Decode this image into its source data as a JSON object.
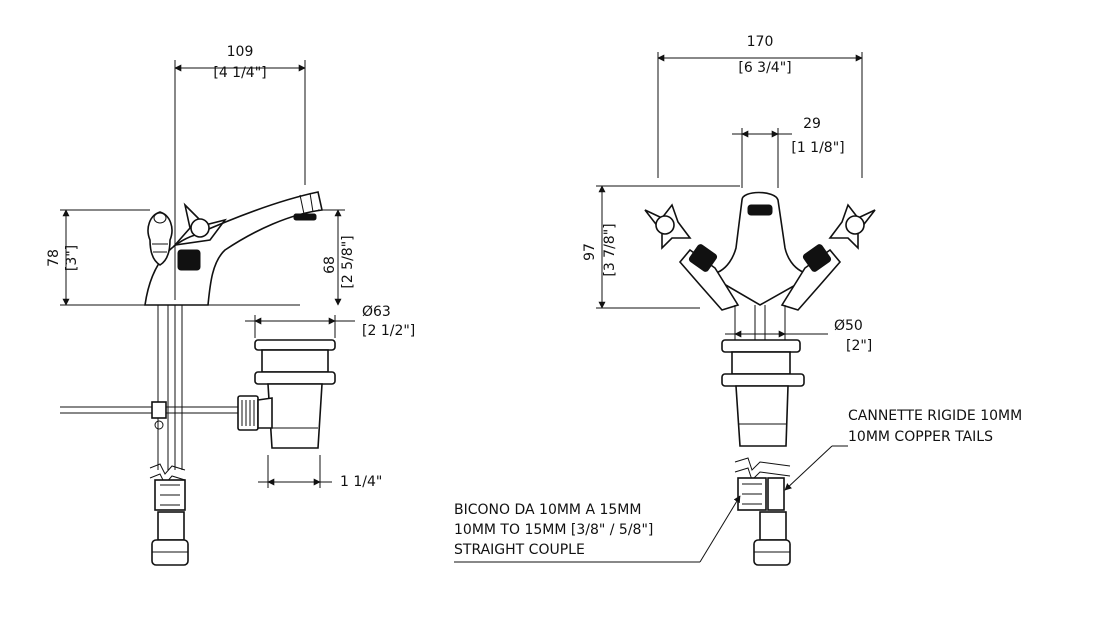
{
  "side_view": {
    "width": {
      "mm": "109",
      "in": "[4 1/4\"]"
    },
    "height": {
      "mm": "78",
      "in": "[3\"]"
    },
    "spout_height": {
      "mm": "68",
      "in": "[2 5/8\"]"
    },
    "waste_diameter": {
      "mm": "Ø63",
      "in": "[2 1/2\"]"
    },
    "waste_thread": "1 1/4\""
  },
  "front_view": {
    "width": {
      "mm": "170",
      "in": "[6 3/4\"]"
    },
    "spout_width": {
      "mm": "29",
      "in": "[1 1/8\"]"
    },
    "height": {
      "mm": "97",
      "in": "[3 7/8\"]"
    },
    "waste_diameter": {
      "mm": "Ø50",
      "in": "[2\"]"
    }
  },
  "notes": {
    "tails": [
      "CANNETTE RIGIDE 10MM",
      "10MM COPPER TAILS"
    ],
    "couple": [
      "BICONO DA 10MM A 15MM",
      "10MM TO 15MM [3/8\" / 5/8\"]",
      "STRAIGHT COUPLE"
    ]
  }
}
